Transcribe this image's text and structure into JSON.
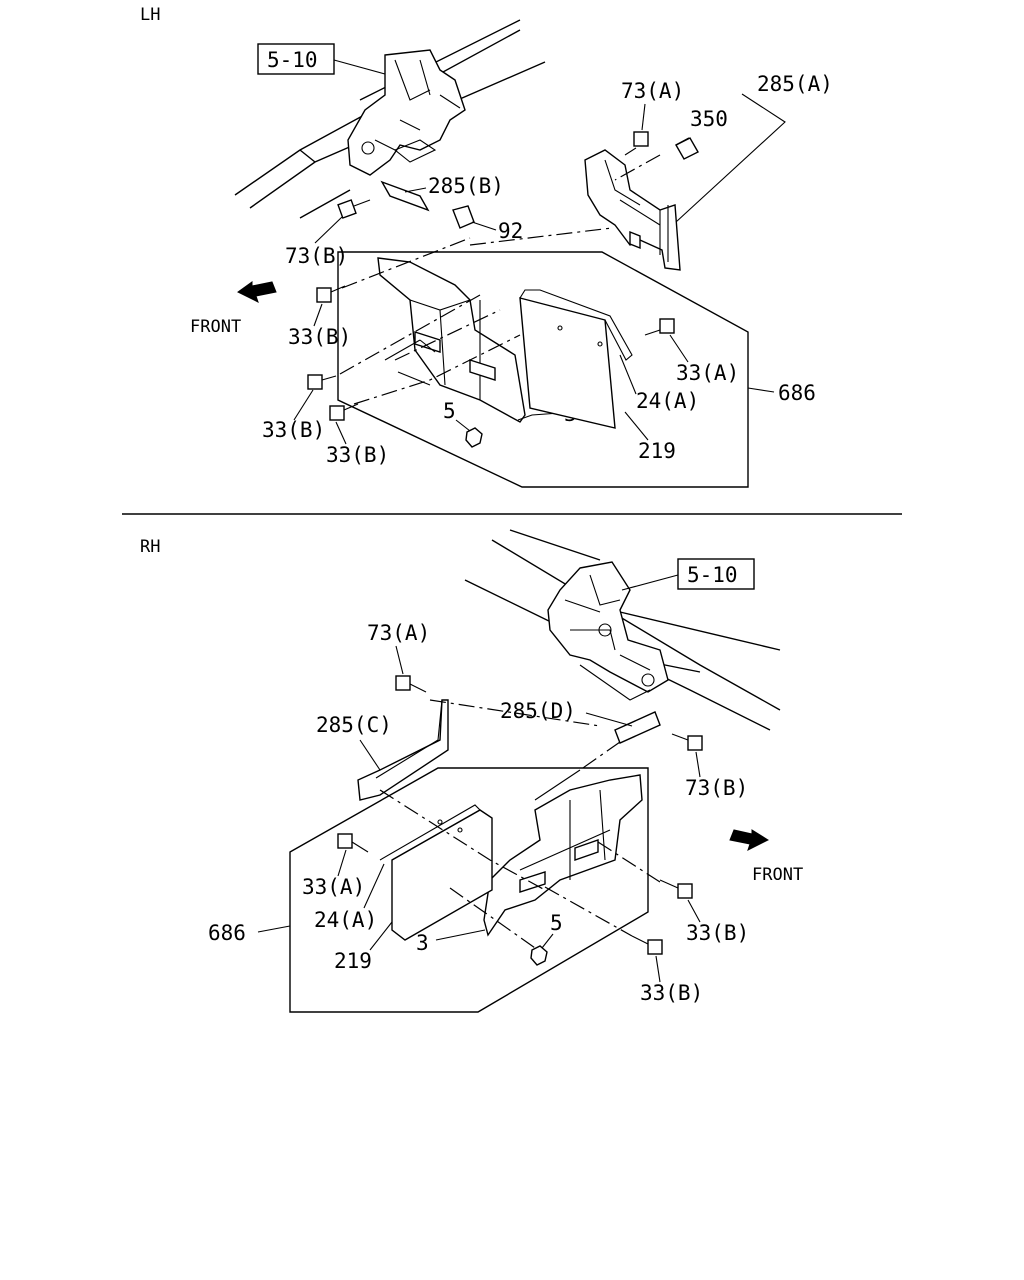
{
  "lh": {
    "section_label": "LH",
    "ref_box": "5-10",
    "labels": {
      "p73a": "73(A)",
      "p285a": "285(A)",
      "p350": "350",
      "p285b": "285(B)",
      "p92": "92",
      "p73b": "73(B)",
      "p33b_top": "33(B)",
      "p33a": "33(A)",
      "p24a": "24(A)",
      "p686": "686",
      "p33b_mid": "33(B)",
      "p33b_bot": "33(B)",
      "p5": "5",
      "p3": "3",
      "p219": "219"
    },
    "front_label": "FRONT"
  },
  "rh": {
    "section_label": "RH",
    "ref_box": "5-10",
    "labels": {
      "p73a": "73(A)",
      "p285c": "285(C)",
      "p285d": "285(D)",
      "p73b": "73(B)",
      "p33a": "33(A)",
      "p24a": "24(A)",
      "p686": "686",
      "p219": "219",
      "p3": "3",
      "p5": "5",
      "p33b_top": "33(B)",
      "p33b_bot": "33(B)"
    },
    "front_label": "FRONT"
  }
}
